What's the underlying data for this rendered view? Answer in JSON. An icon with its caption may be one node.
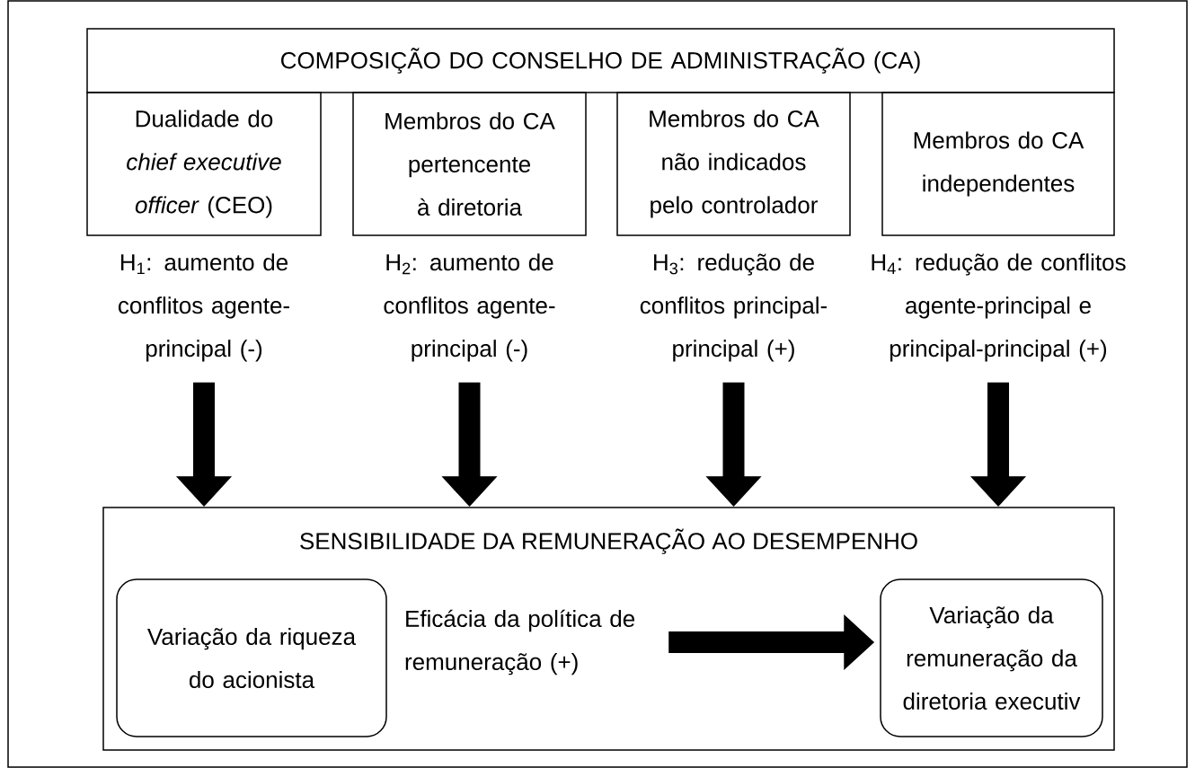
{
  "diagram": {
    "nodes": [
      {
        "text": [
          "COMPOSIÇÃO DO CONSELHO DE ADMINISTRAÇÃO (CA)"
        ]
      },
      {
        "text": [
          "Dualidade do *chief executive officer* (CEO)"
        ],
        "beside": [
          "H$_{1}$: aumento de conflitos agente-principal (-)"
        ]
      },
      {
        "text": [
          "Membros do CA pertencente à diretoria"
        ],
        "beside": [
          "H$_{2}$: aumento de conflitos agente-principal (-)"
        ]
      },
      {
        "text": [
          "Membros do CA não indicados pelo controlador"
        ],
        "beside": [
          "H$_{3}$: redução de conflitos principal-principal (+)"
        ]
      },
      {
        "text": [
          "Membros do CA independentes"
        ],
        "beside": [
          "H$_{4}$: redução de conflitos agente-principal e principal-principal (+)"
        ]
      },
      {
        "text": [
          "SENSIBILIDADE DA REMUNERAÇÃO AO DESEMPENHO"
        ]
      },
      {
        "text": [
          "Variação da riqueza do acionista"
        ],
        "in": 5
      },
      {
        "text": [
          "Eficácia da política de remuneração (+)"
        ],
        "in": 5
      },
      {
        "text": [
          "Variação da remuneração da diretoria executiv"
        ],
        "in": 5
      }
    ],
    "edges": [
      {
        "from": 1,
        "to": 5,
        "arrow": "to"
      },
      {
        "from": 2,
        "to": 5,
        "arrow": "to"
      },
      {
        "from": 3,
        "to": 5,
        "arrow": "to"
      },
      {
        "from": 4,
        "to": 5,
        "arrow": "to"
      },
      {
        "from": 7,
        "to": 8,
        "arrow": "to"
      }
    ]
  }
}
